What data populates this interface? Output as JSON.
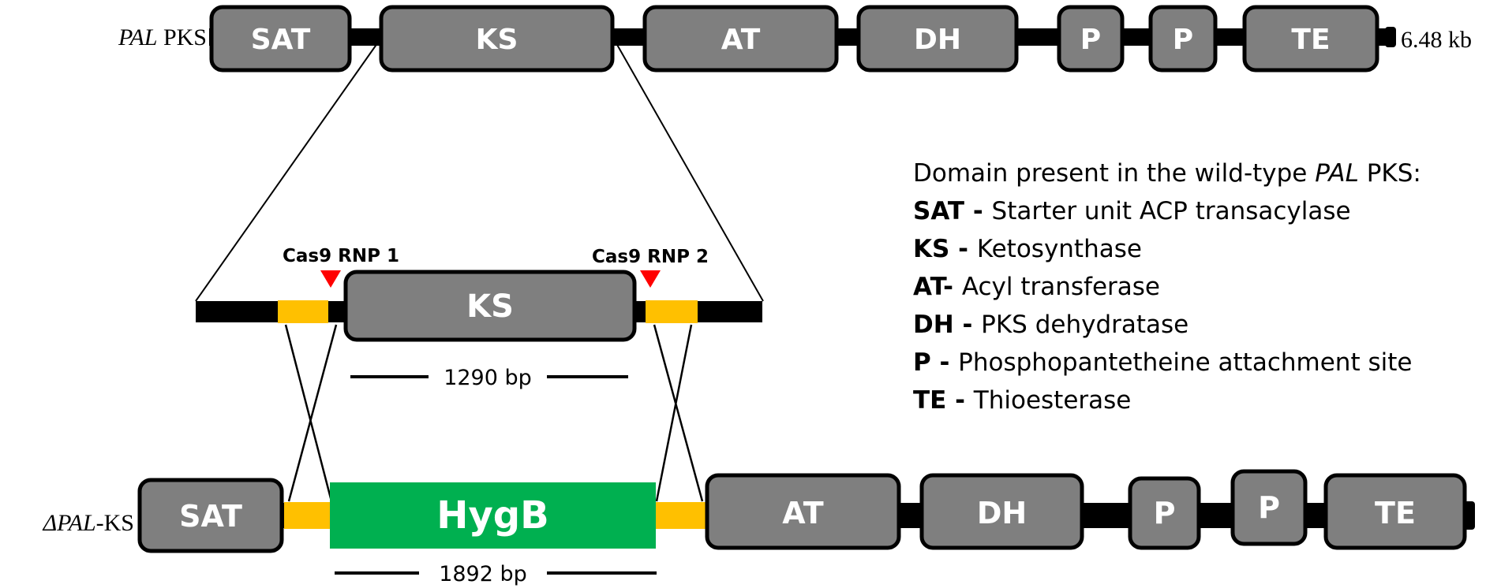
{
  "top_gene": {
    "label_italic": "PAL",
    "label_rest": " PKS",
    "size": "6.48 kb",
    "domains": [
      "SAT",
      "KS",
      "AT",
      "DH",
      "P",
      "P",
      "TE"
    ]
  },
  "zoom": {
    "cut_site_1": "Cas9 RNP 1",
    "cut_site_2": "Cas9 RNP 2",
    "domain": "KS",
    "length": "1290 bp"
  },
  "bottom_gene": {
    "label_italic": "ΔPAL",
    "label_rest": "-KS",
    "insert": "HygB",
    "insert_length": "1892 bp",
    "domains": [
      "SAT",
      "AT",
      "DH",
      "P",
      "P",
      "TE"
    ]
  },
  "legend": {
    "title_pre": "Domain present in the wild-type ",
    "title_italic": "PAL",
    "title_post": " PKS:",
    "items": [
      {
        "abbr": "SAT - ",
        "desc": "Starter unit ACP transacylase"
      },
      {
        "abbr": "KS - ",
        "desc": " Ketosynthase"
      },
      {
        "abbr": "AT- ",
        "desc": "Acyl transferase"
      },
      {
        "abbr": "DH - ",
        "desc": "PKS dehydratase"
      },
      {
        "abbr": "P - ",
        "desc": "Phosphopantetheine attachment site"
      },
      {
        "abbr": "TE - ",
        "desc": "Thioesterase"
      }
    ]
  },
  "colors": {
    "domain_fill": "#7f7f7f",
    "backbone": "#000000",
    "homology_arm": "#ffc000",
    "hygb": "#00b050",
    "cut_marker": "#ff0000"
  }
}
